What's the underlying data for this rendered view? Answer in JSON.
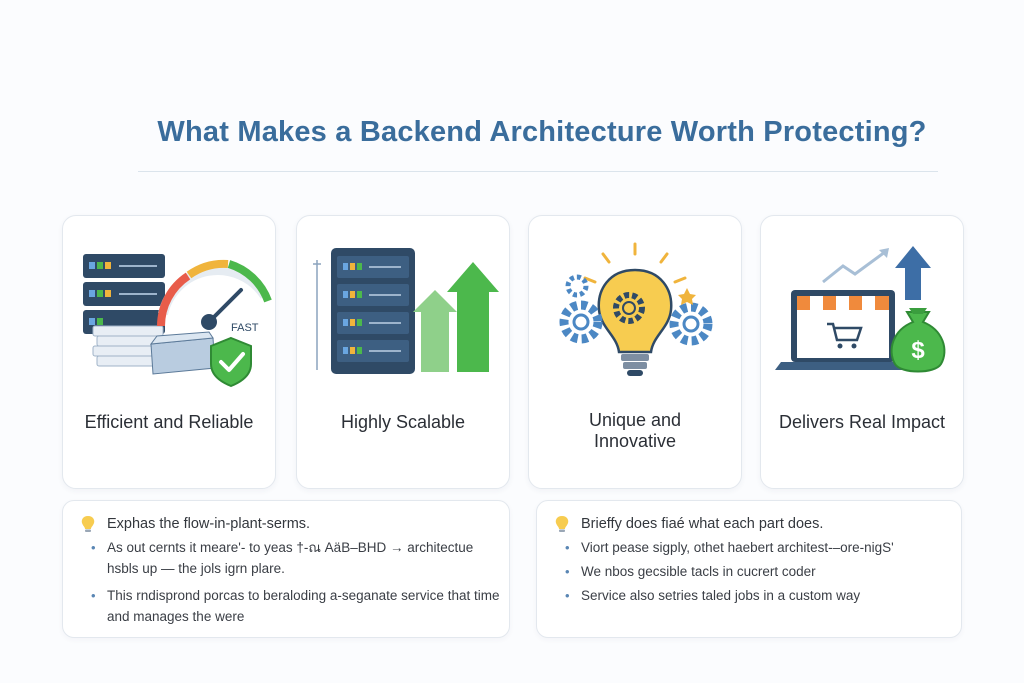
{
  "title": "What Makes a Backend Architecture Worth Protecting?",
  "cards": [
    {
      "label": "Efficient and Reliable",
      "icon": "server-speedometer-shield-icon",
      "gauge_text": "FAST"
    },
    {
      "label": "Highly Scalable",
      "icon": "server-growth-arrows-icon"
    },
    {
      "label": "Unique and Innovative",
      "icon": "lightbulb-gears-icon"
    },
    {
      "label": "Delivers Real Impact",
      "icon": "storefront-money-bag-icon"
    }
  ],
  "notes": [
    {
      "heading": "Exphas the flow-in-plant-serms.",
      "items": [
        "As out cernts it meare'- to yeas †-ณ AäB–BНD → architectue hsbls up — the jols igrn plare.",
        "This rndisprond porcas to beraloding a-seganate service that time and manages the were"
      ]
    },
    {
      "heading": "Brieffy does fiaé what each part does.",
      "items": [
        "Viort pease sigply, othet haebert architest-–ore-nigS'",
        "We nbos gecsible tacls in cucrert coder",
        "Service also setries taled jobs in a custom way"
      ]
    }
  ],
  "colors": {
    "title": "#3a6d9c",
    "green": "#4cb84c",
    "navy": "#2f4a66",
    "orange": "#f08a3c",
    "gear_blue": "#4c88c4",
    "bulb_yellow": "#f7cc50"
  }
}
